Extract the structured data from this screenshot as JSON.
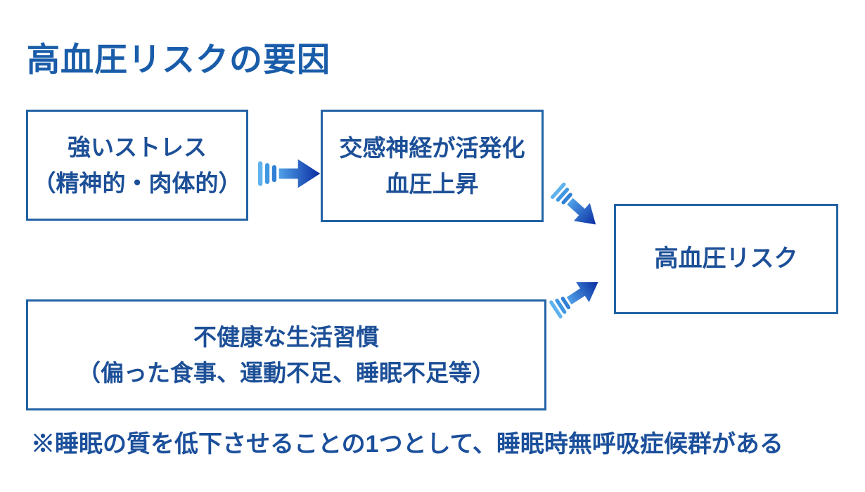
{
  "title": {
    "text": "高血圧リスクの要因"
  },
  "boxes": {
    "stress": {
      "lines": [
        "強いストレス",
        "（精神的・肉体的）"
      ]
    },
    "sympathetic": {
      "lines": [
        "交感神経が活発化",
        "血圧上昇"
      ]
    },
    "risk": {
      "lines": [
        "高血圧リスク"
      ]
    },
    "lifestyle": {
      "lines": [
        "不健康な生活習慣",
        "（偏った食事、運動不足、睡眠不足等）"
      ]
    }
  },
  "arrows": [
    {
      "name": "stress-to-sympathetic",
      "direction": "right"
    },
    {
      "name": "sympathetic-to-risk",
      "direction": "down-right"
    },
    {
      "name": "lifestyle-to-risk",
      "direction": "up-right"
    }
  ],
  "footnote": {
    "text": "※睡眠の質を低下させることの1つとして、睡眠時無呼吸症候群がある"
  },
  "colors": {
    "title_text": "#195CA9",
    "box_border": "#2263A5",
    "box_text": "#1C4F97",
    "footnote_text": "#1B4F9B",
    "arrow_stripe_light": "#5FB2EE",
    "arrow_stripe_mid": "#3F97E2",
    "arrow_stripe_dark": "#2F7FD6",
    "arrow_gradient_start": "#4FA0E8",
    "arrow_gradient_end": "#0A2CA0",
    "background": "#FFFFFF"
  }
}
